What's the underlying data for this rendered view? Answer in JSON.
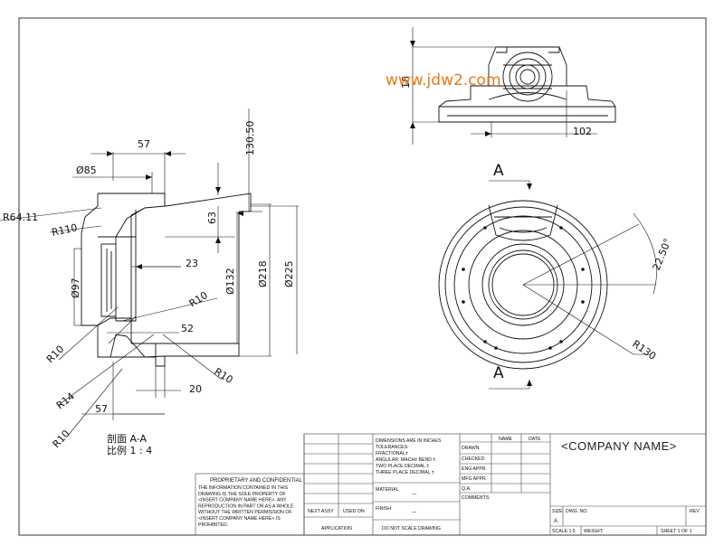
{
  "watermark": "www.jdw2.com",
  "section_labels": {
    "top": "A",
    "bottom": "A"
  },
  "section_caption": {
    "line1": "剖面 A-A",
    "line2": "比例 1 : 4"
  },
  "dimensions": {
    "d57_top": "57",
    "d130_50": "130.50",
    "d_phi85": "Ø85",
    "r64_11": "R64.11",
    "r110": "R110",
    "d63": "63",
    "d23": "23",
    "d_phi97": "Ø97",
    "d_phi132": "Ø132",
    "d_phi218": "Ø218",
    "d_phi225": "Ø225",
    "r10_a": "R10",
    "d52": "52",
    "r10_b": "R10",
    "r10_c": "R10",
    "r14": "R14",
    "d20": "20",
    "d57_bot": "57",
    "r10_d": "R10",
    "d102": "102",
    "d18": "18",
    "d22_50": "22.50°",
    "r130": "R130"
  },
  "title_block": {
    "company": "<COMPANY NAME>",
    "proprietary_title": "PROPRIETARY AND CONFIDENTIAL",
    "proprietary_lines": [
      "THE INFORMATION CONTAINED IN THIS",
      "DRAWING IS THE SOLE PROPERTY OF",
      "<INSERT COMPANY NAME HERE>.  ANY",
      "REPRODUCTION IN PART OR AS A WHOLE",
      "WITHOUT THE WRITTEN PERMISSION OF",
      "<INSERT COMPANY NAME HERE> IS",
      "PROHIBITED."
    ],
    "next_assy": "NEXT ASSY",
    "used_on": "USED ON",
    "application": "APPLICATION",
    "dims_lines": [
      "DIMENSIONS ARE IN INCHES",
      "TOLERANCES:",
      "FRACTIONAL±",
      "ANGULAR: MACH±   BEND ±",
      "TWO PLACE DECIMAL    ±",
      "THREE PLACE DECIMAL  ±"
    ],
    "material": "MATERIAL",
    "finish": "FINISH",
    "dash1": "—",
    "dash2": "—",
    "do_not_scale": "DO  NOT  SCALE  DRAWING",
    "name_hdr": "NAME",
    "date_hdr": "DATE",
    "roles": [
      "DRAWN",
      "CHECKED",
      "ENG APPR.",
      "MFG APPR.",
      "Q.A.",
      "COMMENTS:"
    ],
    "size_label": "SIZE",
    "size_value": "A",
    "dwg_no": "DWG.  NO.",
    "rev": "REV",
    "scale": "SCALE:1:5",
    "weight": "WEIGHT:",
    "sheet": "SHEET 1 OF 1"
  }
}
